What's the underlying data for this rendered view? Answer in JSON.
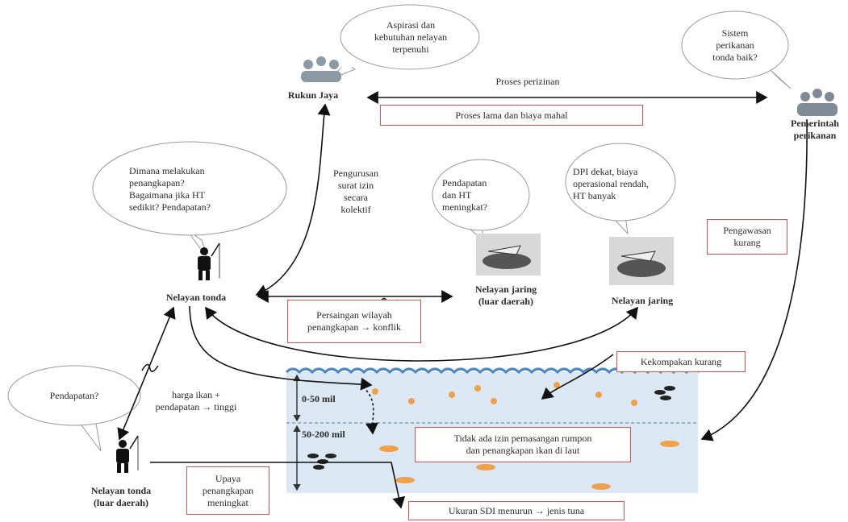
{
  "actors": {
    "rukun_jaya": "Rukun Jaya",
    "pemerintah": "Pemerintah\nperikanan",
    "nelayan_tonda": "Nelayan tonda",
    "nelayan_tonda_luar": "Nelayan tonda\n(luar daerah)",
    "nelayan_jaring_luar": "Nelayan jaring\n(luar daerah)",
    "nelayan_jaring": "Nelayan jaring"
  },
  "bubbles": {
    "aspirasi": "Aspirasi dan\nkebutuhan nelayan\nterpenuhi",
    "sistem": "Sistem\nperikanan\ntonda baik?",
    "dimana": "Dimana melakukan\npenangkapan?\nBagaimana jika HT\nsedikit? Pendapatan?",
    "pendapatan_ht": "Pendapatan\ndan HT\nmeningkat?",
    "dpi": "DPI dekat, biaya\noperasional rendah,\nHT banyak",
    "pendapatan": "Pendapatan?"
  },
  "boxes": {
    "proses_lama": "Proses lama dan biaya mahal",
    "pengawasan": "Pengawasan\nkurang",
    "persaingan": "Persaingan wilayah\npenangkapan → konflik",
    "kekompakan": "Kekompakan kurang",
    "tidak_ada_izin": "Tidak ada izin pemasangan rumpon\ndan penangkapan ikan di laut",
    "upaya": "Upaya\npenangkapan\nmeningkat",
    "ukuran": "Ukuran SDI menurun → jenis tuna"
  },
  "labels": {
    "proses_perizinan": "Proses perizinan",
    "pengurusan": "Pengurusan\nsurat izin\nsecara\nkolektif",
    "harga_ikan": "harga ikan +\npendapatan → tinggi",
    "zone1": "0-50 mil",
    "zone2": "50-200 mil"
  },
  "colors": {
    "box_border": "#d9534f",
    "sea": "#dbe8f3",
    "wave": "#4a86c5",
    "fish": "#f0a04b"
  }
}
